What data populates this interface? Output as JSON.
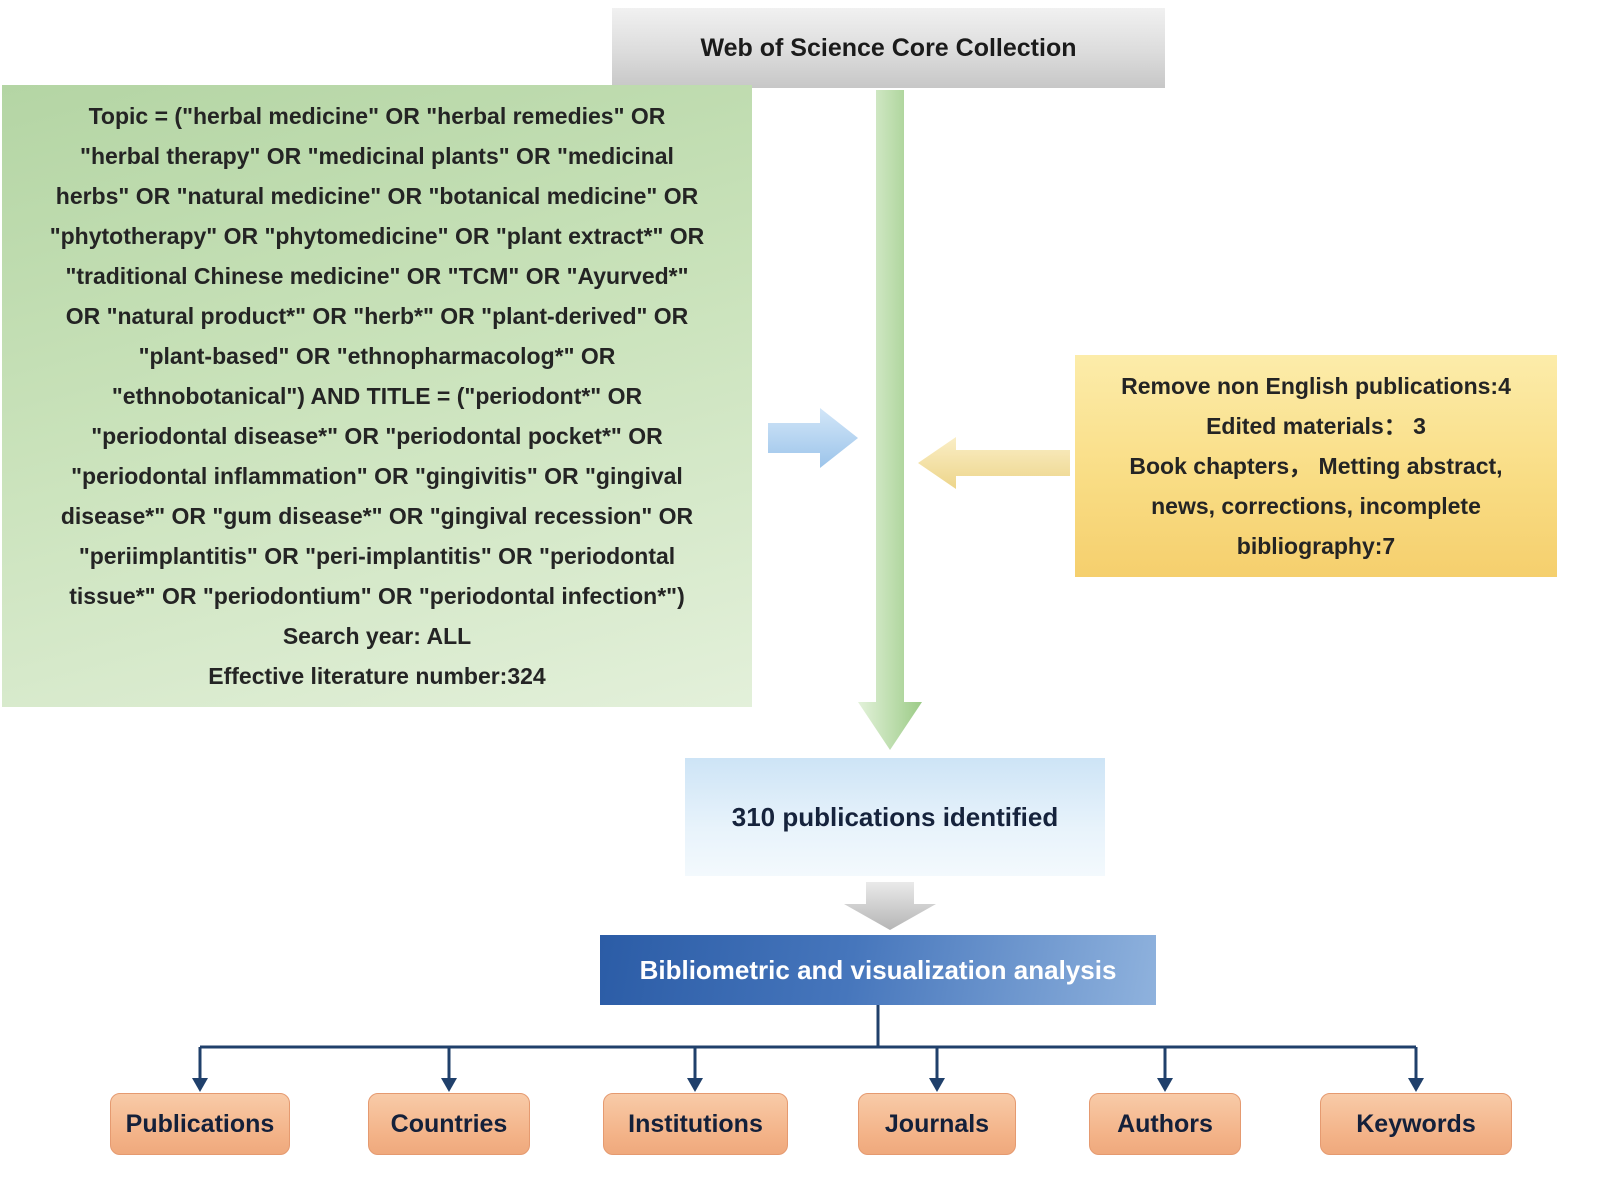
{
  "colors": {
    "search_box_green": "#b4d5a4",
    "exclusion_box_yellow": "#f9dd85",
    "identified_box_blue": "#cde4f6",
    "analysis_box_blue": "#2b5ca6",
    "category_box_peach": "#f3b287",
    "connector_navy": "#20406b",
    "down_arrow_green": "#9ccb87",
    "side_arrow_blue": "#9cc4ea",
    "side_arrow_yellow": "#edd58a",
    "down_arrow_gray": "#b9b9b9"
  },
  "database": {
    "title": "Web of Science Core Collection"
  },
  "search_box": {
    "query": "Topic = (\"herbal medicine\" OR \"herbal remedies\" OR\n\"herbal therapy\" OR \"medicinal plants\" OR \"medicinal\nherbs\" OR \"natural medicine\" OR \"botanical medicine\" OR\n\"phytotherapy\" OR \"phytomedicine\" OR \"plant extract*\" OR\n\"traditional Chinese medicine\" OR \"TCM\" OR \"Ayurved*\"\nOR \"natural product*\" OR \"herb*\" OR \"plant-derived\" OR\n\"plant-based\" OR \"ethnopharmacolog*\" OR\n\"ethnobotanical\") AND TITLE = (\"periodont*\" OR\n\"periodontal disease*\" OR \"periodontal pocket*\" OR\n\"periodontal inflammation\" OR \"gingivitis\" OR \"gingival\ndisease*\" OR \"gum disease*\" OR \"gingival recession\" OR\n\"periimplantitis\" OR \"peri-implantitis\" OR \"periodontal\ntissue*\" OR \"periodontium\" OR \"periodontal infection*\")\nSearch year: ALL\nEffective literature number:324"
  },
  "exclusion_box": {
    "text": "Remove non English publications:4\nEdited materials： 3\nBook chapters， Metting abstract,\nnews, corrections, incomplete\nbibliography:7"
  },
  "identified_box": {
    "label": "310 publications identified"
  },
  "analysis_box": {
    "label": "Bibliometric and visualization analysis"
  },
  "categories": [
    "Publications",
    "Countries",
    "Institutions",
    "Journals",
    "Authors",
    "Keywords"
  ]
}
